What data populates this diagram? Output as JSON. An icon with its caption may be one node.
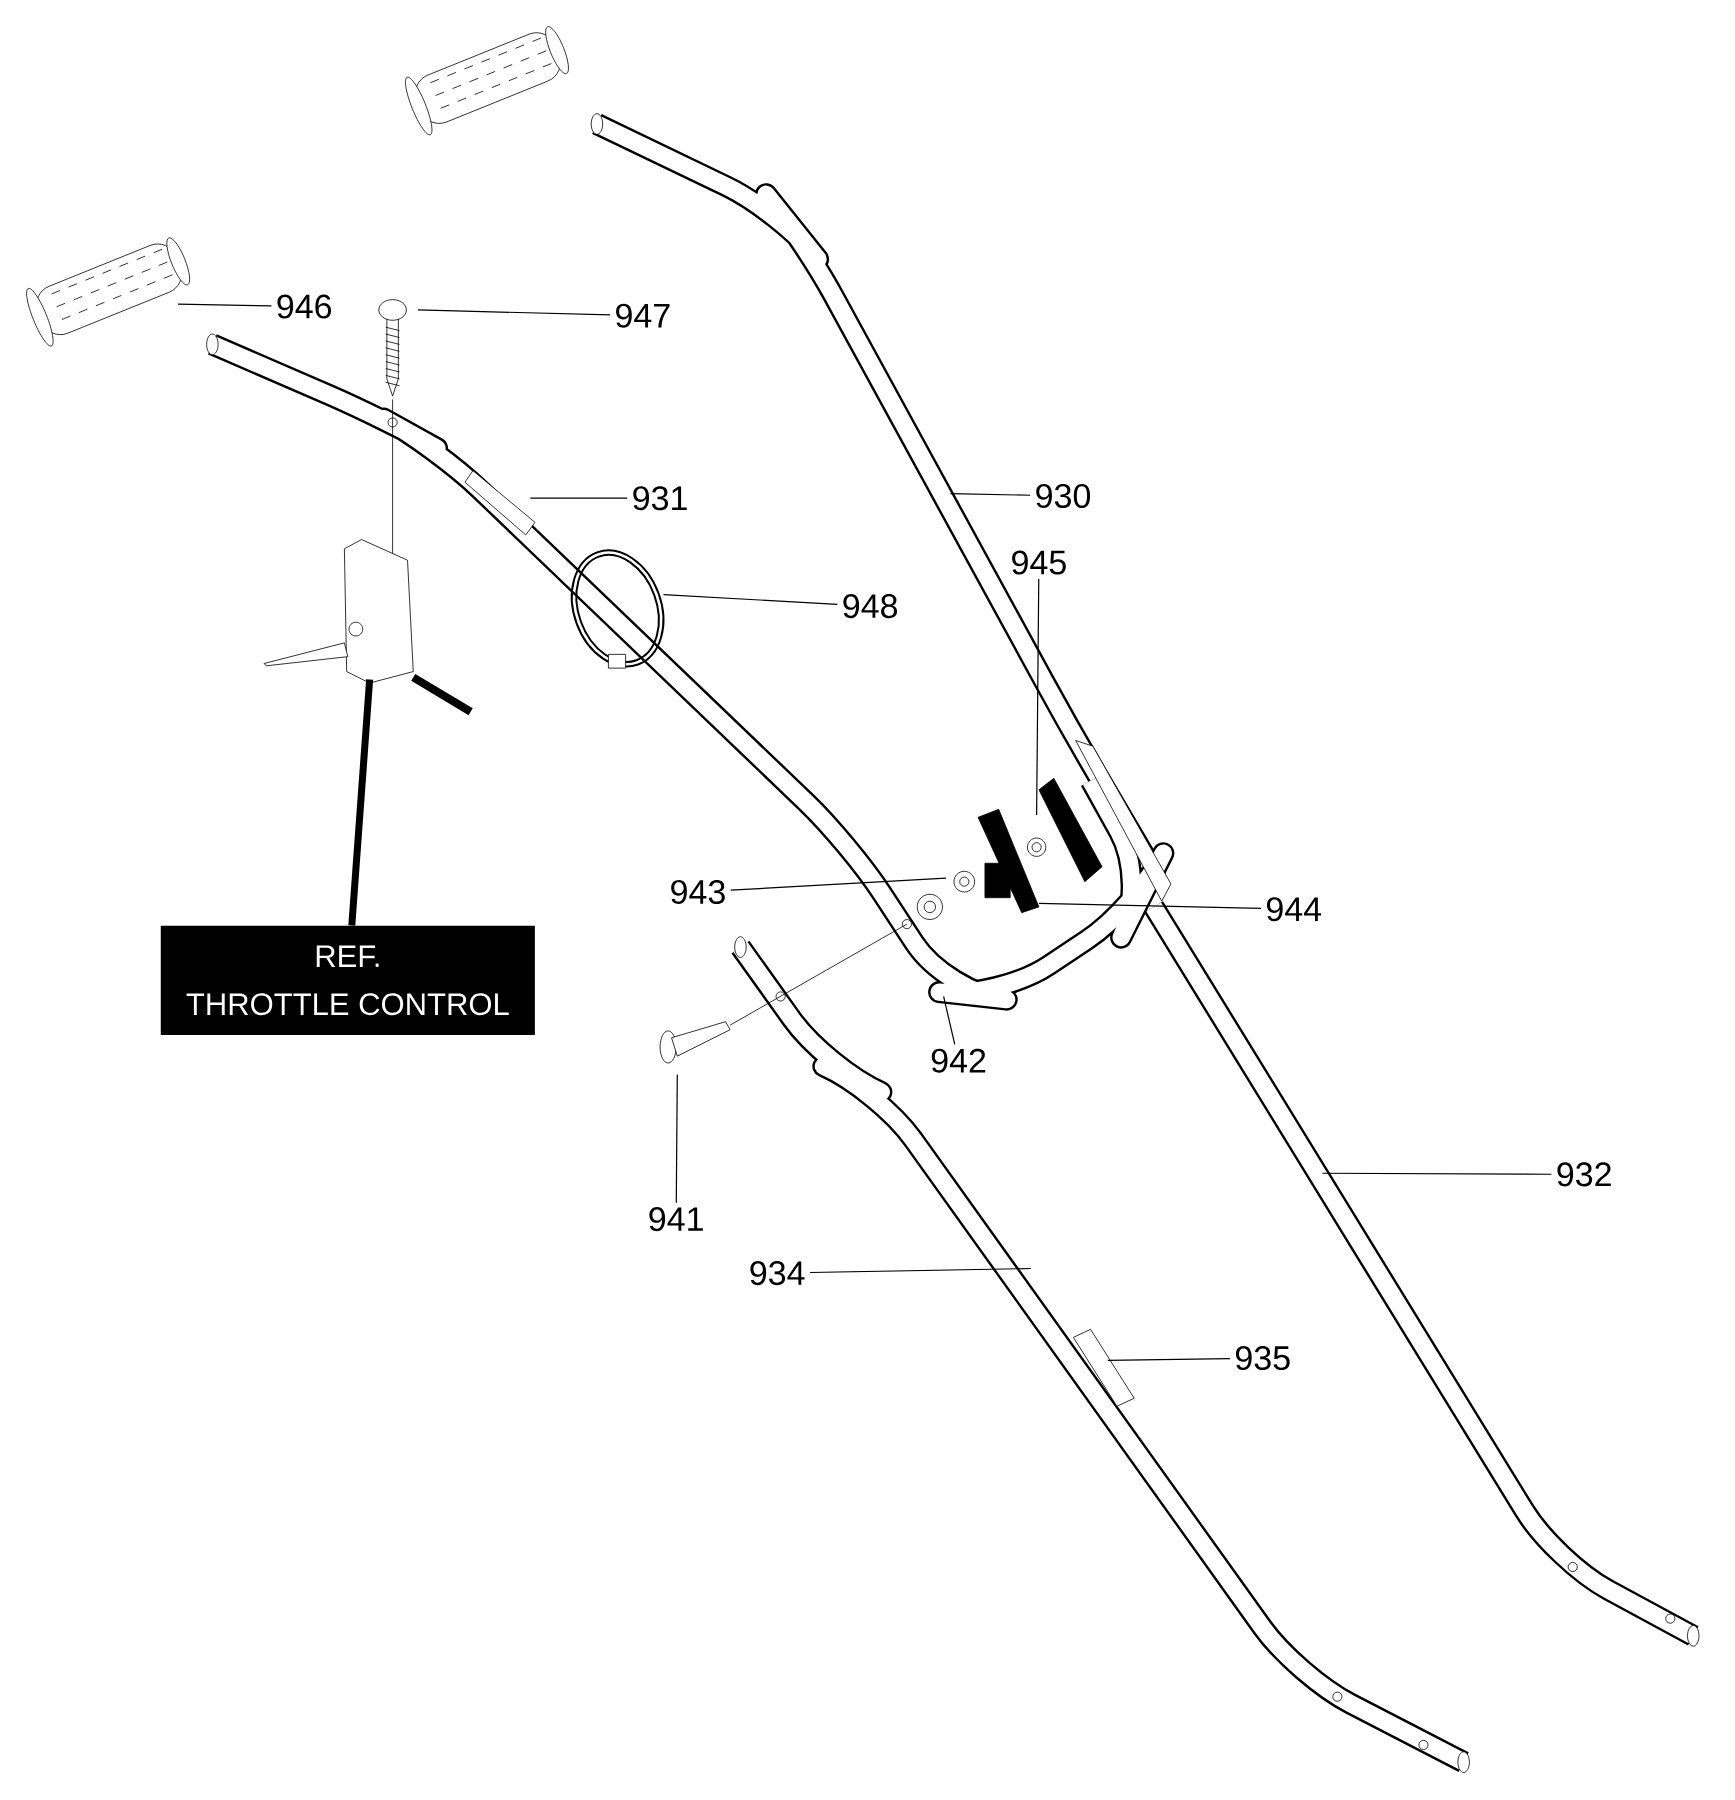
{
  "diagram": {
    "nodes": [
      {
        "text": [
          "946"
        ]
      },
      {
        "text": [
          "947"
        ]
      },
      {
        "text": [
          "930"
        ]
      },
      {
        "text": [
          "931"
        ]
      },
      {
        "text": [
          "945"
        ]
      },
      {
        "text": [
          "948"
        ]
      },
      {
        "text": [
          "943"
        ]
      },
      {
        "text": [
          "944"
        ]
      },
      {
        "text": [
          "REF.",
          "THROTTLE CONTROL"
        ]
      },
      {
        "text": [
          "942"
        ]
      },
      {
        "text": [
          "932"
        ]
      },
      {
        "text": [
          "941"
        ]
      },
      {
        "text": [
          "934"
        ]
      },
      {
        "text": [
          "935"
        ]
      }
    ],
    "edges": [
      {
        "from": 0,
        "to": null,
        "arrow": "none"
      },
      {
        "from": 1,
        "to": null,
        "arrow": "none"
      },
      {
        "from": 2,
        "to": null,
        "arrow": "none"
      },
      {
        "from": 3,
        "to": null,
        "arrow": "none"
      },
      {
        "from": 4,
        "to": null,
        "arrow": "none"
      },
      {
        "from": 5,
        "to": null,
        "arrow": "none"
      },
      {
        "from": 6,
        "to": null,
        "arrow": "none"
      },
      {
        "from": 7,
        "to": null,
        "arrow": "none"
      },
      {
        "from": 8,
        "to": null,
        "arrow": "none",
        "style": "thick"
      },
      {
        "from": 9,
        "to": null,
        "arrow": "none"
      },
      {
        "from": 10,
        "to": null,
        "arrow": "none"
      },
      {
        "from": 11,
        "to": null,
        "arrow": "none"
      },
      {
        "from": 12,
        "to": null,
        "arrow": "none"
      },
      {
        "from": 13,
        "to": null,
        "arrow": "none"
      }
    ]
  }
}
